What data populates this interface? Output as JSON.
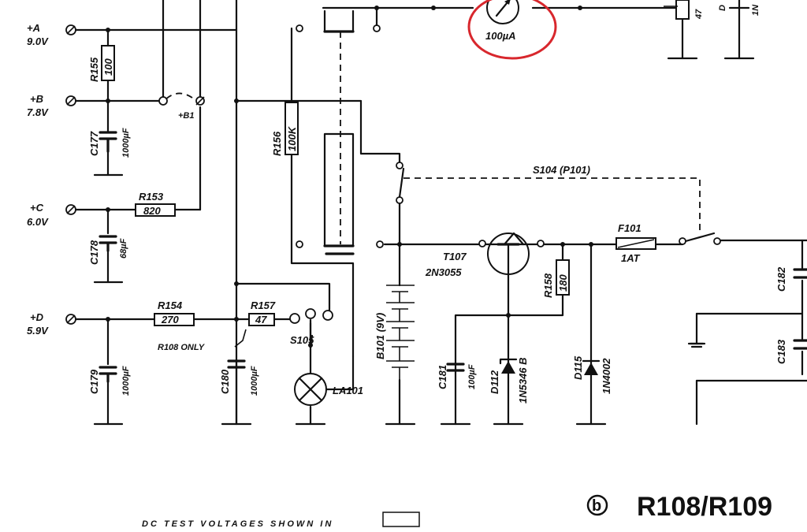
{
  "title": "R108/R109",
  "panel_marker": "b",
  "footer_note": "DC TEST VOLTAGES SHOWN IN",
  "supply_rails": [
    {
      "name": "+A",
      "voltage": "9.0V"
    },
    {
      "name": "+B",
      "voltage": "7.8V"
    },
    {
      "name": "+C",
      "voltage": "6.0V"
    },
    {
      "name": "+D",
      "voltage": "5.9V"
    }
  ],
  "jumper_label": "+B1",
  "components": {
    "r155": {
      "ref": "R155",
      "value": "100"
    },
    "r153": {
      "ref": "R153",
      "value": "820"
    },
    "r154": {
      "ref": "R154",
      "value": "270"
    },
    "r157": {
      "ref": "R157",
      "value": "47"
    },
    "r156": {
      "ref": "R156",
      "value": "100K"
    },
    "r158": {
      "ref": "R158",
      "value": "180"
    },
    "r_top": {
      "value": "47"
    },
    "c177": {
      "ref": "C177",
      "value": "1000µF"
    },
    "c178": {
      "ref": "C178",
      "value": "68µF"
    },
    "c179": {
      "ref": "C179",
      "value": "1000µF"
    },
    "c180": {
      "ref": "C180",
      "value": "1000µF"
    },
    "c181": {
      "ref": "C181",
      "value": "100µF"
    },
    "c182": {
      "ref": "C182"
    },
    "c183": {
      "ref": "C183"
    },
    "d112": {
      "ref": "D112",
      "value": "1N5346 B"
    },
    "d115": {
      "ref": "D115",
      "value": "1N4002"
    },
    "d_top": {
      "ref": "D",
      "value": "1N"
    },
    "t107": {
      "ref": "T107",
      "value": "2N3055"
    },
    "f101": {
      "ref": "F101",
      "value": "1AT"
    },
    "s104": {
      "ref": "S104 (P101)"
    },
    "s105": {
      "ref": "S105"
    },
    "la101": {
      "ref": "LA101"
    },
    "b101": {
      "ref": "B101 (9V)"
    },
    "meter": {
      "value": "100µA"
    }
  },
  "notes": {
    "r108_only": "R108 ONLY"
  },
  "colors": {
    "ink": "#111111",
    "highlight": "#d8272d"
  }
}
